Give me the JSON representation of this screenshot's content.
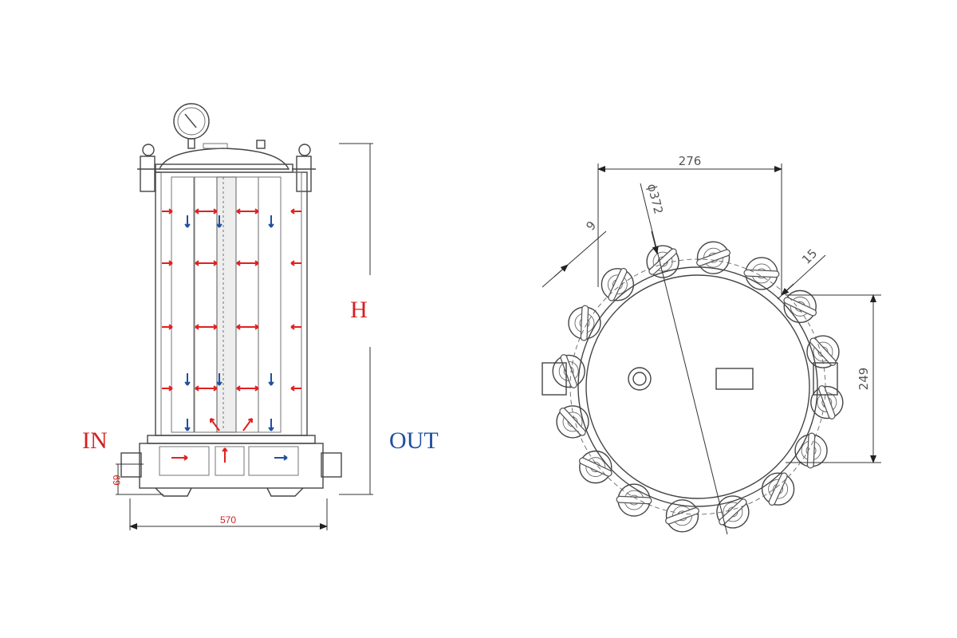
{
  "labels": {
    "inlet": "IN",
    "outlet": "OUT",
    "height": "H",
    "inlet_height": "69",
    "width": "570"
  },
  "top_view": {
    "span": "276",
    "diameter": "ϕ372",
    "bolt_hole": "9",
    "lug": "15",
    "depth": "249"
  },
  "colors": {
    "inflow": "#e02020",
    "outflow": "#1f4f9f",
    "line": "#444444"
  }
}
